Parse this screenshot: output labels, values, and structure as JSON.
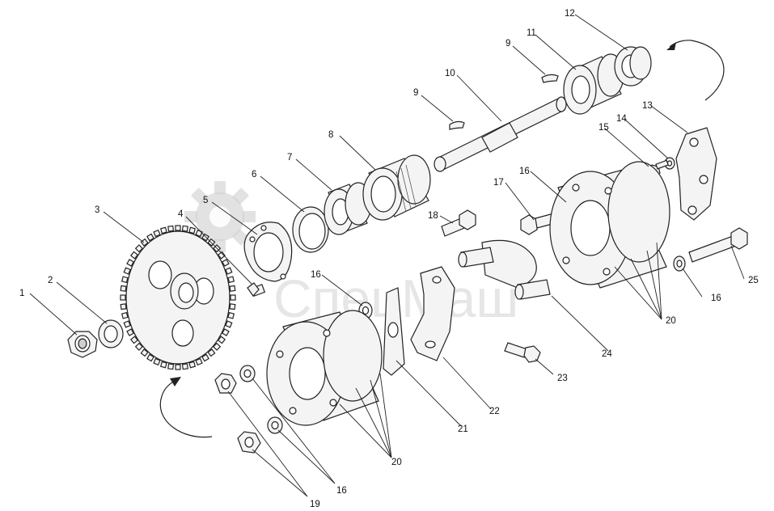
{
  "watermark": {
    "text": "СпецМаш",
    "color": "#cccccc"
  },
  "callouts": [
    {
      "id": "c1",
      "label": "1"
    },
    {
      "id": "c2",
      "label": "2"
    },
    {
      "id": "c3",
      "label": "3"
    },
    {
      "id": "c4",
      "label": "4"
    },
    {
      "id": "c5",
      "label": "5"
    },
    {
      "id": "c6",
      "label": "6"
    },
    {
      "id": "c7",
      "label": "7"
    },
    {
      "id": "c8",
      "label": "8"
    },
    {
      "id": "c9a",
      "label": "9"
    },
    {
      "id": "c9b",
      "label": "9"
    },
    {
      "id": "c10",
      "label": "10"
    },
    {
      "id": "c11",
      "label": "11"
    },
    {
      "id": "c12",
      "label": "12"
    },
    {
      "id": "c13",
      "label": "13"
    },
    {
      "id": "c14",
      "label": "14"
    },
    {
      "id": "c15",
      "label": "15"
    },
    {
      "id": "c16a",
      "label": "16"
    },
    {
      "id": "c16b",
      "label": "16"
    },
    {
      "id": "c16c",
      "label": "16"
    },
    {
      "id": "c16d",
      "label": "16"
    },
    {
      "id": "c17",
      "label": "17"
    },
    {
      "id": "c18",
      "label": "18"
    },
    {
      "id": "c19",
      "label": "19"
    },
    {
      "id": "c20a",
      "label": "20"
    },
    {
      "id": "c20b",
      "label": "20"
    },
    {
      "id": "c21",
      "label": "21"
    },
    {
      "id": "c22",
      "label": "22"
    },
    {
      "id": "c23",
      "label": "23"
    },
    {
      "id": "c24",
      "label": "24"
    },
    {
      "id": "c25",
      "label": "25"
    }
  ]
}
